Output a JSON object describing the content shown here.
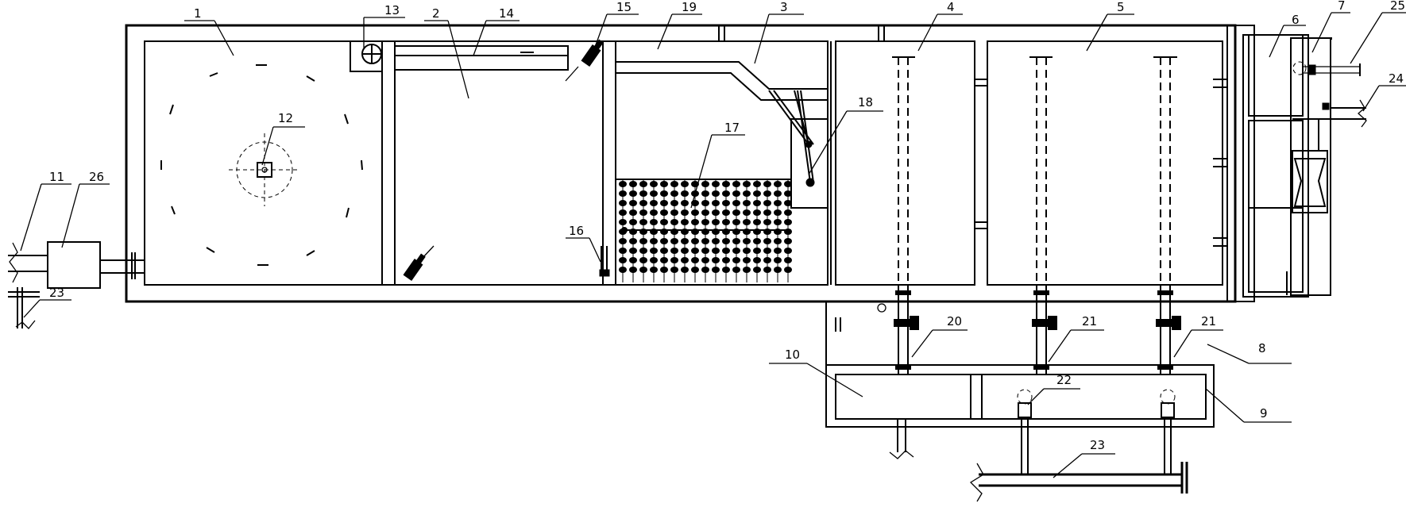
{
  "labels": {
    "l1": "1",
    "l2": "2",
    "l3": "3",
    "l4": "4",
    "l5": "5",
    "l6": "6",
    "l7": "7",
    "l8": "8",
    "l9": "9",
    "l10": "10",
    "l11": "11",
    "l12": "12",
    "l13": "13",
    "l14": "14",
    "l15": "15",
    "l16": "16",
    "l17": "17",
    "l18": "18",
    "l19": "19",
    "l20": "20",
    "l21a": "21",
    "l21b": "21",
    "l22": "22",
    "l23a": "23",
    "l23b": "23",
    "l24": "24",
    "l25": "25",
    "l26": "26"
  }
}
